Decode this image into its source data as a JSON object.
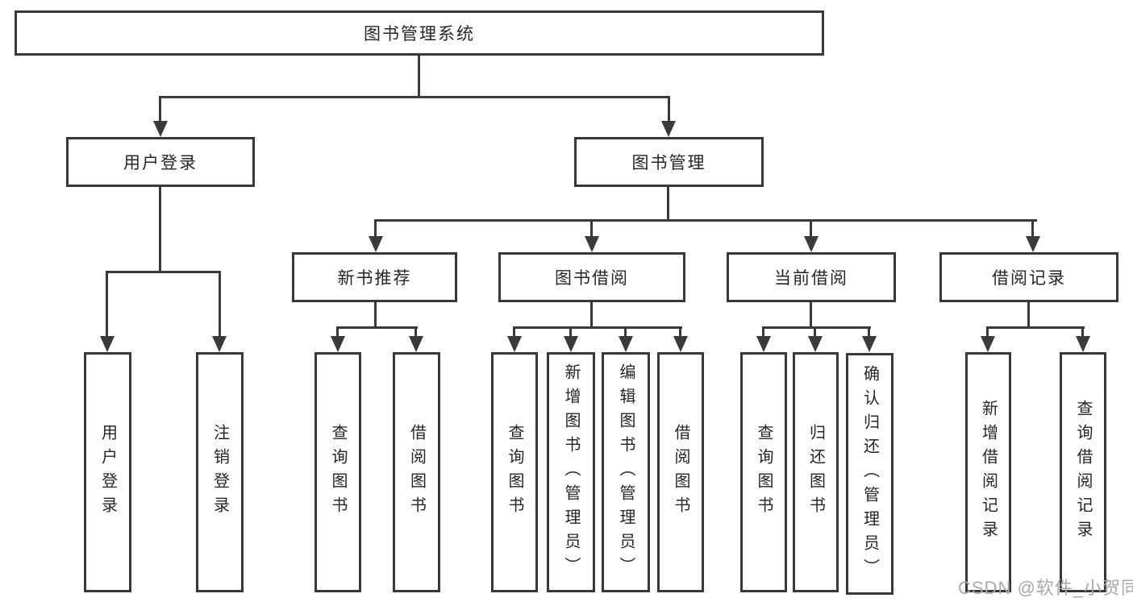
{
  "diagram": {
    "root": {
      "label": "图书管理系统"
    },
    "branches": [
      {
        "label": "用户登录",
        "children": [
          {
            "label": "用户登录"
          },
          {
            "label": "注销登录"
          }
        ]
      },
      {
        "label": "图书管理",
        "children": [
          {
            "label": "新书推荐",
            "children": [
              {
                "label": "查询图书"
              },
              {
                "label": "借阅图书"
              }
            ]
          },
          {
            "label": "图书借阅",
            "children": [
              {
                "label": "查询图书"
              },
              {
                "label": "新增图书（管理员）"
              },
              {
                "label": "编辑图书（管理员）"
              },
              {
                "label": "借阅图书"
              }
            ]
          },
          {
            "label": "当前借阅",
            "children": [
              {
                "label": "查询图书"
              },
              {
                "label": "归还图书"
              },
              {
                "label": "确认归还（管理员）"
              }
            ]
          },
          {
            "label": "借阅记录",
            "children": [
              {
                "label": "新增借阅记录"
              },
              {
                "label": "查询借阅记录"
              }
            ]
          }
        ]
      }
    ]
  },
  "watermark": {
    "text": "CSDN @软件_小贺同学"
  },
  "colors": {
    "background": "#ffffff",
    "line": "#3a3a3a",
    "box_border": "#383838",
    "text": "#262626",
    "watermark": "#a9a9a9"
  }
}
